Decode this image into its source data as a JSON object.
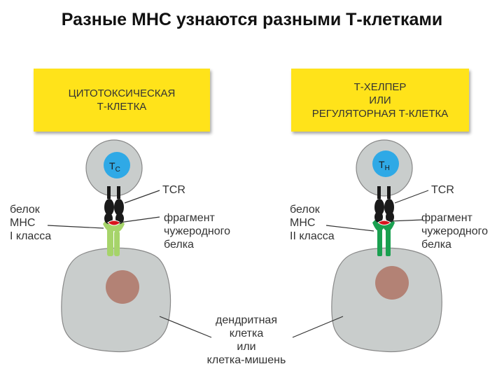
{
  "title": "Разные МНС узнаются разными Т-клетками",
  "left_panel": {
    "box_lines": [
      "ЦИТОТОКСИЧЕСКАЯ",
      "Т-КЛЕТКА"
    ],
    "cell_label": "TC",
    "tcr_label": "TCR",
    "mhc_label_lines": [
      "белок",
      "МНС",
      "I класса"
    ],
    "fragment_label_lines": [
      "фрагмент",
      "чужеродного",
      "белка"
    ],
    "mhc_color": "#a6d46a"
  },
  "right_panel": {
    "box_lines": [
      "Т-ХЕЛПЕР",
      "ИЛИ",
      "РЕГУЛЯТОРНАЯ Т-КЛЕТКА"
    ],
    "cell_label": "TH",
    "tcr_label": "TCR",
    "mhc_label_lines": [
      "белок",
      "МНС",
      "II класса"
    ],
    "fragment_label_lines": [
      "фрагмент",
      "чужеродного",
      "белка"
    ],
    "mhc_color": "#1aa050"
  },
  "bottom_label_lines": [
    "дендритная",
    "клетка",
    "или",
    "клетка-мишень"
  ],
  "colors": {
    "box_fill": "#ffe31a",
    "cell_fill": "#c9cdcc",
    "nucleus_t": "#2fa9e6",
    "nucleus_target": "#b38275",
    "tcr": "#1a1a1a",
    "fragment": "#d8141e"
  }
}
